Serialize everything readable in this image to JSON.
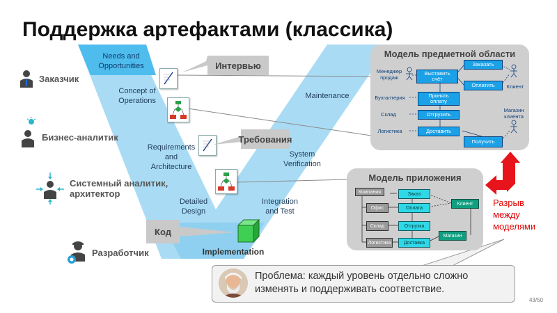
{
  "slide": {
    "title": "Поддержка артефактами (классика)",
    "page": "43/50"
  },
  "roles": [
    {
      "label": "Заказчик",
      "icon": "customer-person-icon"
    },
    {
      "label": "Бизнес-аналитик",
      "icon": "business-analyst-lightbulb-icon"
    },
    {
      "label": "Системный аналитик, архитектор",
      "line1": "Системный аналитик,",
      "line2": "архитектор",
      "icon": "system-analyst-arrows-icon"
    },
    {
      "label": "Разработчик",
      "icon": "developer-gear-icon"
    }
  ],
  "vmodel": {
    "needs_line1": "Needs and",
    "needs_line2": "Opportunities",
    "concept_line1": "Concept of",
    "concept_line2": "Operations",
    "req_line1": "Requirements",
    "req_line2": "and",
    "req_line3": "Architecture",
    "design_line1": "Detailed",
    "design_line2": "Design",
    "implementation": "Implementation",
    "maintenance": "Maintenance",
    "sysver_line1": "System",
    "sysver_line2": "Verification",
    "integ_line1": "Integration",
    "integ_line2": "and Test"
  },
  "callouts": {
    "interview": "Интервью",
    "requirements": "Требования",
    "code": "Код"
  },
  "domain_model": {
    "title": "Модель предметной области",
    "actors": {
      "manager_line1": "Менеджер",
      "manager_line2": "продаж",
      "accounting": "Бухгалтерия",
      "warehouse": "Склад",
      "logistics": "Логистика",
      "client": "Клиент",
      "store_line1": "Магазин",
      "store_line2": "клиента"
    },
    "boxes": {
      "order": "Заказать",
      "invoice_line1": "Выставить",
      "invoice_line2": "счёт",
      "pay": "Оплатить",
      "accept_line1": "Принять",
      "accept_line2": "оплату",
      "ship": "Отгрузить",
      "deliver": "Доставить",
      "receive": "Получить"
    }
  },
  "app_model": {
    "title": "Модель приложения",
    "nodes": {
      "company": "Компания",
      "office": "Офис",
      "warehouse": "Склад",
      "logistics": "Логистика",
      "order": "Заказ",
      "payment": "Оплата",
      "shipment": "Отгрузка",
      "delivery": "Доставка",
      "client": "Клиент",
      "store": "Магазин"
    }
  },
  "gap": {
    "line1": "Разрыв",
    "line2": "между",
    "line3": "моделями"
  },
  "problem": {
    "line1": "Проблема: каждый уровень отдельно сложно",
    "line2": "изменять и поддерживать соответствие."
  },
  "colors": {
    "v_light": "#a9dcf4",
    "v_mid": "#6ec6ee",
    "v_top": "#4fbcee",
    "panel": "#cfcfcf",
    "gap_red": "#e00000",
    "box_blue": "#1aa1e8"
  }
}
